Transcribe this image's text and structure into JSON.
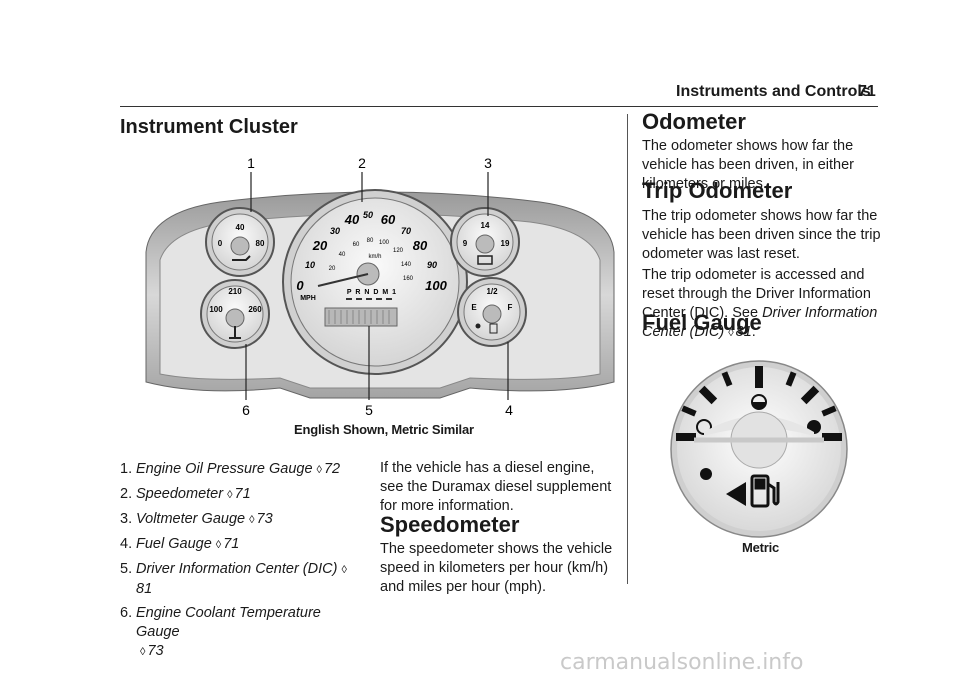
{
  "header": {
    "section": "Instruments and Controls",
    "page": "71"
  },
  "cluster": {
    "heading": "Instrument Cluster",
    "caption": "English Shown, Metric Similar",
    "callouts": [
      "1",
      "2",
      "3",
      "4",
      "5",
      "6"
    ],
    "oil_gauge": {
      "marks": [
        "40",
        "0",
        "80"
      ]
    },
    "coolant_gauge": {
      "marks": [
        "210",
        "100",
        "260"
      ]
    },
    "volt_gauge": {
      "marks": [
        "14",
        "9",
        "19"
      ]
    },
    "fuel_gauge_small": {
      "marks": [
        "1/2",
        "E",
        "F"
      ]
    },
    "speedometer": {
      "mph_marks": [
        "0",
        "10",
        "20",
        "30",
        "40",
        "50",
        "60",
        "70",
        "80",
        "90",
        "100"
      ],
      "kmh_marks": [
        "20",
        "40",
        "60",
        "80",
        "100",
        "120",
        "140",
        "160"
      ],
      "unit_kmh": "km/h",
      "unit_mph": "MPH",
      "prndl": "P R N D M 1"
    }
  },
  "list": [
    {
      "num": "1.",
      "label": "Engine Oil Pressure Gauge",
      "ref": "72"
    },
    {
      "num": "2.",
      "label": "Speedometer",
      "ref": "71"
    },
    {
      "num": "3.",
      "label": "Voltmeter Gauge",
      "ref": "73"
    },
    {
      "num": "4.",
      "label": "Fuel Gauge",
      "ref": "71"
    },
    {
      "num": "5.",
      "label": "Driver Information Center (DIC)",
      "ref": "81"
    },
    {
      "num": "6.",
      "label": "Engine Coolant Temperature Gauge",
      "ref": "73"
    }
  ],
  "diesel_text": "If the vehicle has a diesel engine, see the Duramax diesel supplement for more information.",
  "speedometer": {
    "heading": "Speedometer",
    "text": "The speedometer shows the vehicle speed in kilometers per hour (km/h) and miles per hour (mph)."
  },
  "odometer": {
    "heading": "Odometer",
    "text": "The odometer shows how far the vehicle has been driven, in either kilometers or miles."
  },
  "trip": {
    "heading": "Trip Odometer",
    "text1": "The trip odometer shows how far the vehicle has been driven since the trip odometer was last reset.",
    "text2_prefix": "The trip odometer is accessed and reset through the Driver Information Center (DIC). See ",
    "text2_link": "Driver Information Center (DIC)",
    "text2_ref": "81",
    "text2_suffix": "."
  },
  "fuel": {
    "heading": "Fuel Gauge",
    "caption": "Metric"
  },
  "xref_symbol": "◊",
  "watermark": "carmanualsonline.info"
}
